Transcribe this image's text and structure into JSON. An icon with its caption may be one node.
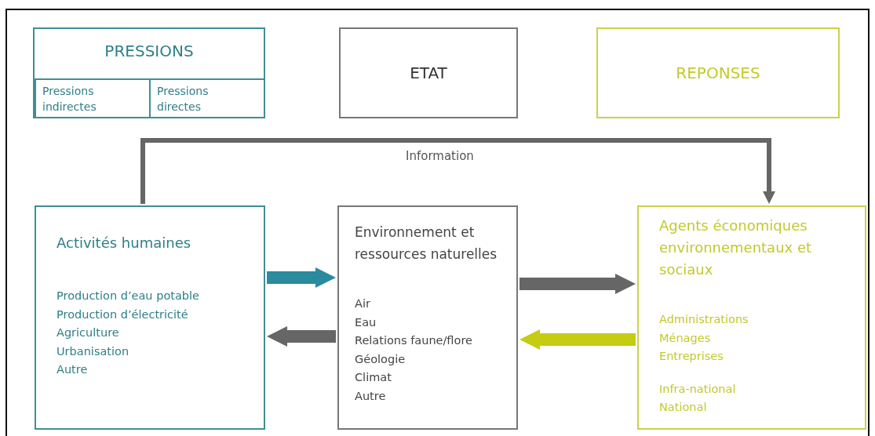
{
  "diagram": {
    "nodes": [
      {
        "text": [
          "PRESSIONS"
        ]
      },
      {
        "text": [
          "Pressions indirectes"
        ],
        "in": 0
      },
      {
        "text": [
          "Pressions directes"
        ],
        "in": 0
      },
      {
        "text": [
          "ETAT"
        ]
      },
      {
        "text": [
          "REPONSES"
        ]
      },
      {
        "text": [
          "Activités humaines",
          "Production d’eau potable",
          "Production d’électricité",
          "Agriculture",
          "Urbanisation",
          "Autre"
        ]
      },
      {
        "text": [
          "Environnement et ressources naturelles",
          "Air",
          "Eau",
          "Relations faune/flore",
          "Géologie",
          "Climat",
          "Autre"
        ]
      },
      {
        "text": [
          "Agents économiques environnementaux et sociaux",
          "Administrations",
          "Ménages",
          "Entreprises",
          "Infra-national",
          "National"
        ]
      }
    ],
    "edges": [
      {
        "from": 5,
        "to": 7,
        "arrow": "to",
        "label": "Information"
      },
      {
        "from": 5,
        "to": 6,
        "arrow": "to",
        "color": "#2a8a9e"
      },
      {
        "from": 6,
        "to": 5,
        "arrow": "to"
      },
      {
        "from": 6,
        "to": 7,
        "arrow": "to"
      },
      {
        "from": 7,
        "to": 6,
        "arrow": "to",
        "color": "#c5cc12"
      }
    ]
  }
}
